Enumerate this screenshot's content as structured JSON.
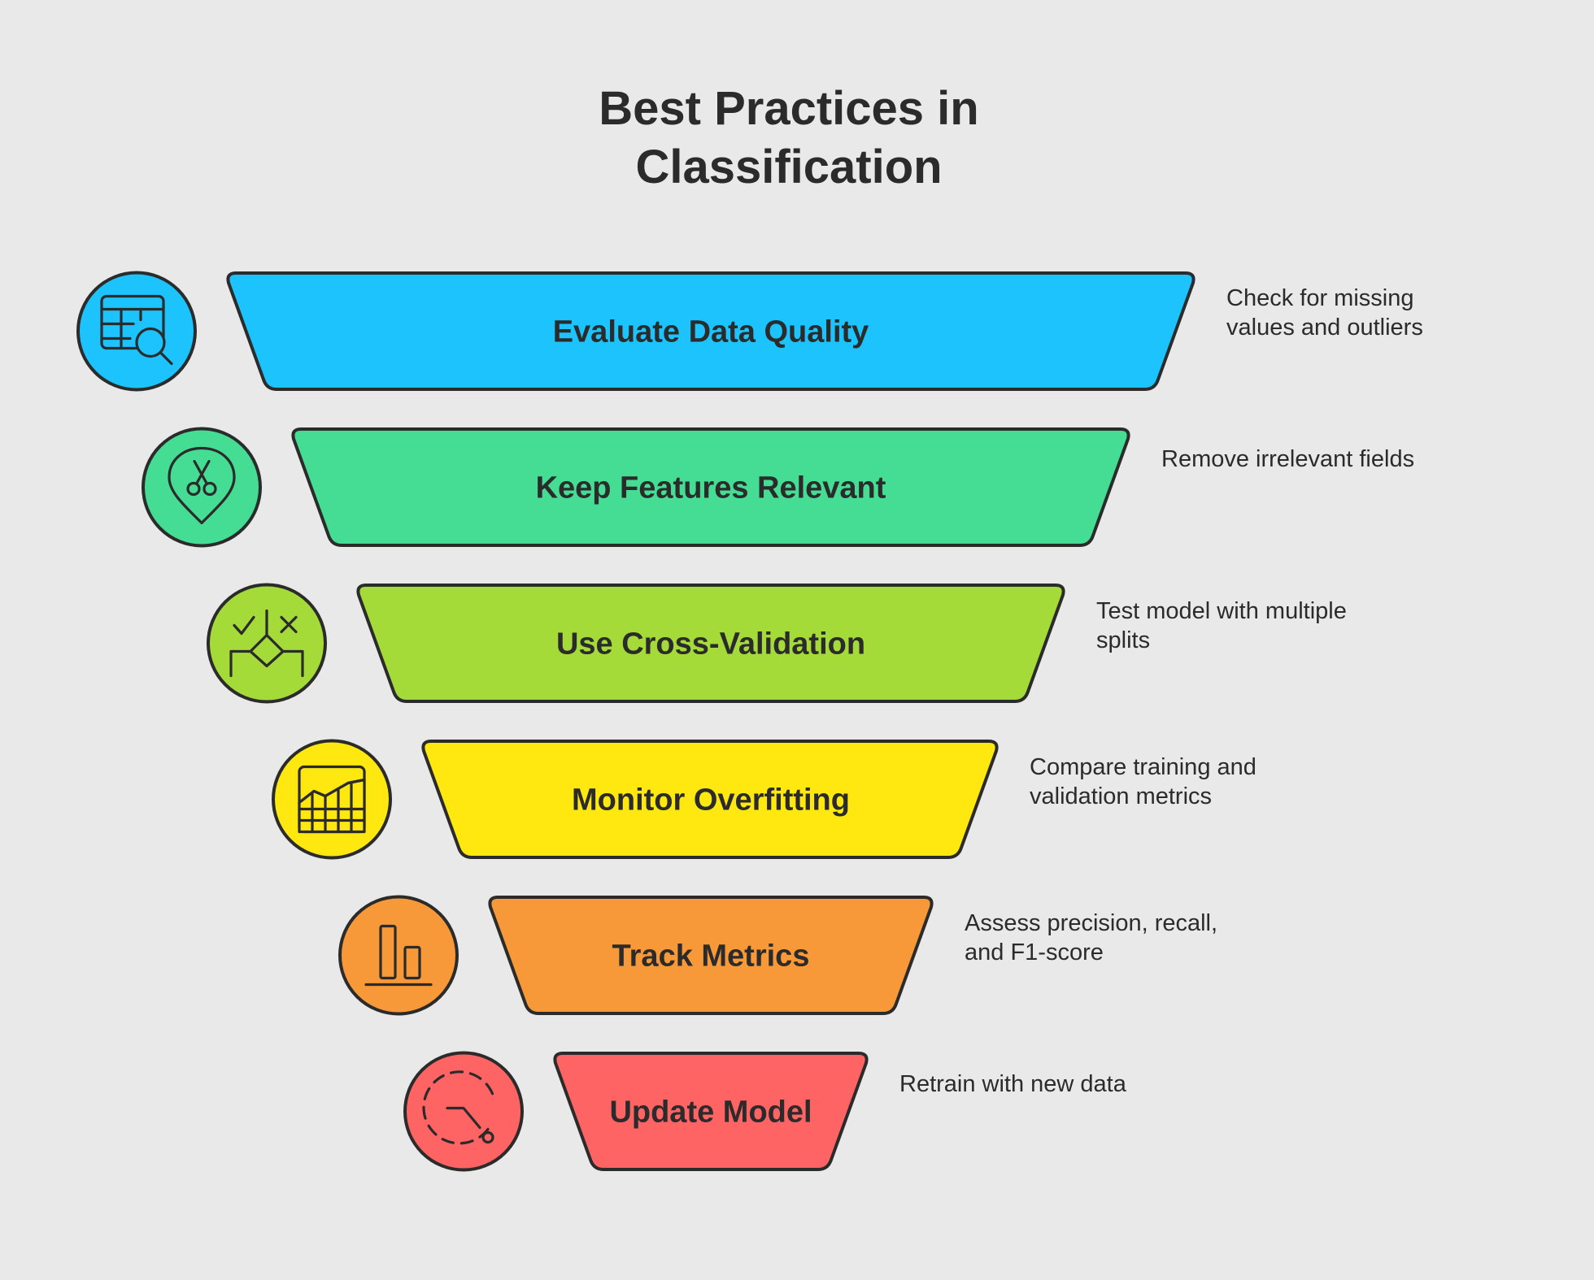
{
  "title": {
    "line1": "Best Practices in",
    "line2": "Classification"
  },
  "steps": [
    {
      "label": "Evaluate Data Quality",
      "description": "Check for missing\nvalues and outliers",
      "color": "#1cc3fc",
      "icon": "table-search-icon"
    },
    {
      "label": "Keep Features Relevant",
      "description": "Remove irrelevant fields",
      "color": "#45dd93",
      "icon": "scissors-pin-icon"
    },
    {
      "label": "Use Cross-Validation",
      "description": "Test model with multiple\nsplits",
      "color": "#a4db39",
      "icon": "check-cross-split-icon"
    },
    {
      "label": "Monitor Overfitting",
      "description": "Compare training and\nvalidation metrics",
      "color": "#ffe710",
      "icon": "line-chart-grid-icon"
    },
    {
      "label": "Track Metrics",
      "description": "Assess precision, recall,\nand F1-score",
      "color": "#f79839",
      "icon": "bar-chart-icon"
    },
    {
      "label": "Update Model",
      "description": "Retrain with new data",
      "color": "#fe6464",
      "icon": "refresh-cycle-icon"
    }
  ],
  "outline_color": "#2b2b2b",
  "background_color": "#e9e9e9"
}
